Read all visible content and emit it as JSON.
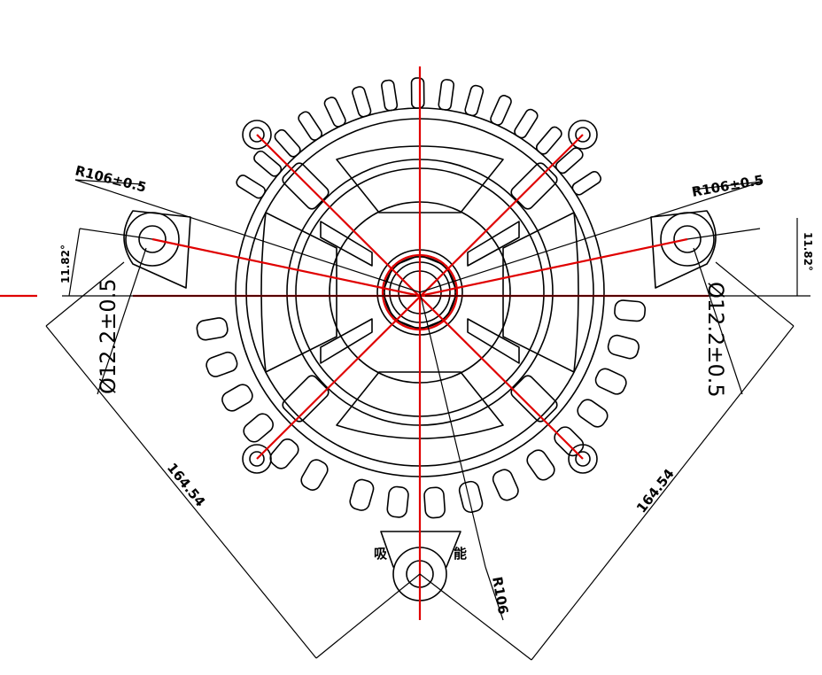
{
  "drawing": {
    "type": "alternator rear view technical drawing",
    "colors": {
      "outline": "#000000",
      "centerline": "#e00000",
      "background": "#ffffff"
    },
    "dimensions": {
      "radius_left": "R106±0.5",
      "radius_right": "R106±0.5",
      "angle_left": "11.82°",
      "angle_right": "11.82°",
      "bore_left": "Ø12.2±0.5",
      "bore_right": "Ø12.2±0.5",
      "span_left": "164.54",
      "span_right": "164.54",
      "radius_bottom": "R106"
    },
    "marks": {
      "left_glyph": "吸",
      "right_glyph": "能"
    }
  }
}
